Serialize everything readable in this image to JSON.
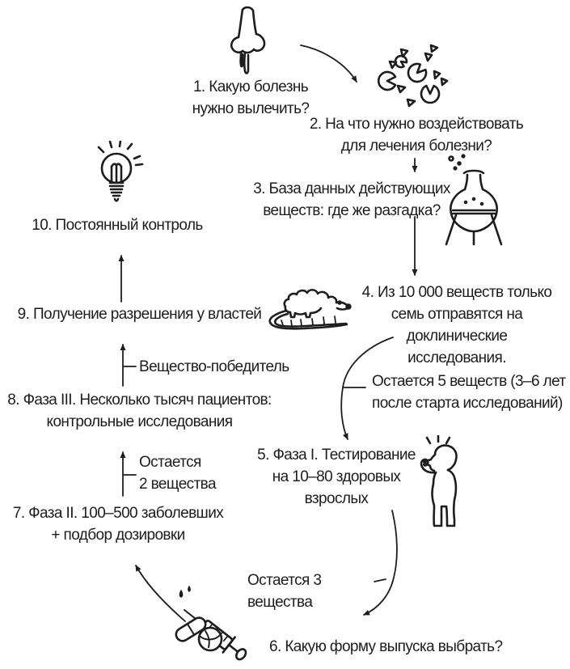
{
  "palette": {
    "background": "#ffffff",
    "ink": "#1d1d1d"
  },
  "steps": {
    "s1": "1. Какую болезнь\nнужно вылечить?",
    "s2": "2. На что нужно воздействовать\nдля лечения болезни?",
    "s3": "3. База данных действующих\nвеществ: где же разгадка?",
    "s4": "4. Из 10 000 веществ только\nсемь отправятся на доклинические\nисследования.",
    "s5": "5. Фаза I. Тестирование\nна 10–80 здоровых\nвзрослых",
    "s6": "6. Какую форму выпуска выбрать?",
    "s7": "7. Фаза II. 100–500 заболевших\n+ подбор дозировки",
    "s8": "8. Фаза III. Несколько тысяч пациентов:\nконтрольные исследования",
    "s9": "9. Получение разрешения у властей",
    "s10": "10. Постоянный контроль"
  },
  "annotations": {
    "after4": "Остается 5 веществ (3–6 лет\nпосле старта исследований)",
    "after5": "Остается 3 вещества",
    "after7": "Остается\n2 вещества",
    "after8": "Вещество-победитель"
  },
  "icons": {
    "step1": "nose-icon",
    "step2": "receptors-icon",
    "step3": "flask-icon",
    "step4": "rat-icon",
    "step5": "person-icon",
    "step6": "syringe-pills-icon",
    "step10": "lightbulb-icon"
  }
}
